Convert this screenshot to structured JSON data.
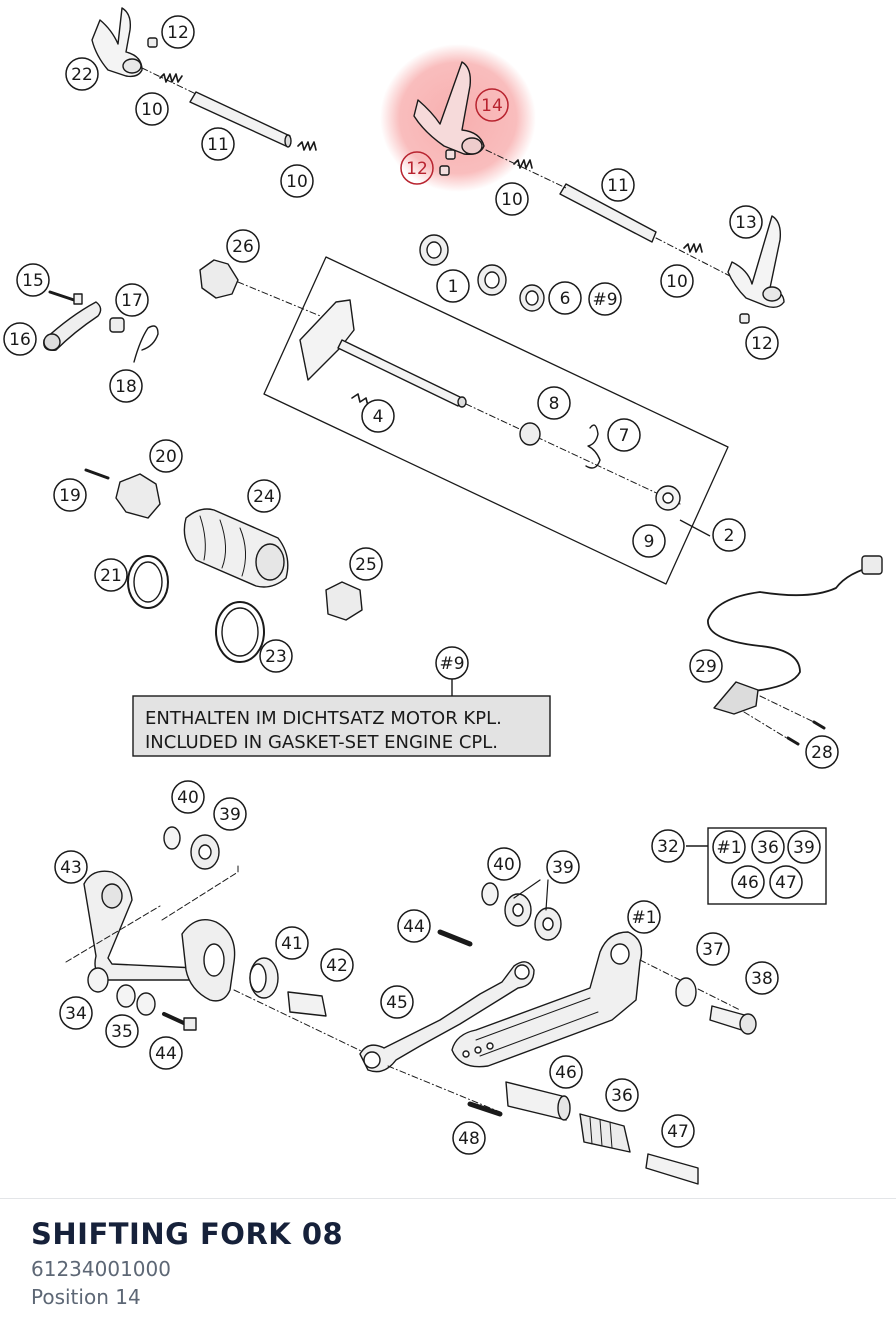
{
  "accent_color": "#f26d6d",
  "note": {
    "ref": "#9",
    "line_de": "ENTHALTEN IM DICHTSATZ MOTOR KPL.",
    "line_en": "INCLUDED IN GASKET-SET ENGINE CPL."
  },
  "kit_box": {
    "ref": "32",
    "items": [
      "#1",
      "36",
      "39",
      "46",
      "47"
    ]
  },
  "selected_callouts": [
    "14",
    "12b"
  ],
  "callouts": [
    {
      "id": "12a",
      "label": "12"
    },
    {
      "id": "22",
      "label": "22"
    },
    {
      "id": "10a",
      "label": "10"
    },
    {
      "id": "11a",
      "label": "11"
    },
    {
      "id": "10b",
      "label": "10"
    },
    {
      "id": "14",
      "label": "14"
    },
    {
      "id": "12b",
      "label": "12"
    },
    {
      "id": "10c",
      "label": "10"
    },
    {
      "id": "11b",
      "label": "11"
    },
    {
      "id": "13",
      "label": "13"
    },
    {
      "id": "10d",
      "label": "10"
    },
    {
      "id": "12c",
      "label": "12"
    },
    {
      "id": "26",
      "label": "26"
    },
    {
      "id": "1",
      "label": "1"
    },
    {
      "id": "6",
      "label": "6"
    },
    {
      "id": "9ref",
      "label": "#9"
    },
    {
      "id": "15",
      "label": "15"
    },
    {
      "id": "17",
      "label": "17"
    },
    {
      "id": "16",
      "label": "16"
    },
    {
      "id": "18",
      "label": "18"
    },
    {
      "id": "4",
      "label": "4"
    },
    {
      "id": "8",
      "label": "8"
    },
    {
      "id": "7",
      "label": "7"
    },
    {
      "id": "9",
      "label": "9"
    },
    {
      "id": "2",
      "label": "2"
    },
    {
      "id": "20",
      "label": "20"
    },
    {
      "id": "19",
      "label": "19"
    },
    {
      "id": "24",
      "label": "24"
    },
    {
      "id": "21",
      "label": "21"
    },
    {
      "id": "25",
      "label": "25"
    },
    {
      "id": "23",
      "label": "23"
    },
    {
      "id": "29",
      "label": "29"
    },
    {
      "id": "28",
      "label": "28"
    },
    {
      "id": "9note",
      "label": "#9"
    },
    {
      "id": "40a",
      "label": "40"
    },
    {
      "id": "39a",
      "label": "39"
    },
    {
      "id": "43",
      "label": "43"
    },
    {
      "id": "32",
      "label": "32"
    },
    {
      "id": "40b",
      "label": "40"
    },
    {
      "id": "39b",
      "label": "39"
    },
    {
      "id": "44a",
      "label": "44"
    },
    {
      "id": "1ref",
      "label": "#1"
    },
    {
      "id": "41",
      "label": "41"
    },
    {
      "id": "42",
      "label": "42"
    },
    {
      "id": "37",
      "label": "37"
    },
    {
      "id": "38",
      "label": "38"
    },
    {
      "id": "45",
      "label": "45"
    },
    {
      "id": "34",
      "label": "34"
    },
    {
      "id": "35",
      "label": "35"
    },
    {
      "id": "44b",
      "label": "44"
    },
    {
      "id": "46",
      "label": "46"
    },
    {
      "id": "36",
      "label": "36"
    },
    {
      "id": "47",
      "label": "47"
    },
    {
      "id": "48",
      "label": "48"
    }
  ],
  "part": {
    "title": "SHIFTING FORK 08",
    "number": "61234001000",
    "position": "Position 14"
  }
}
